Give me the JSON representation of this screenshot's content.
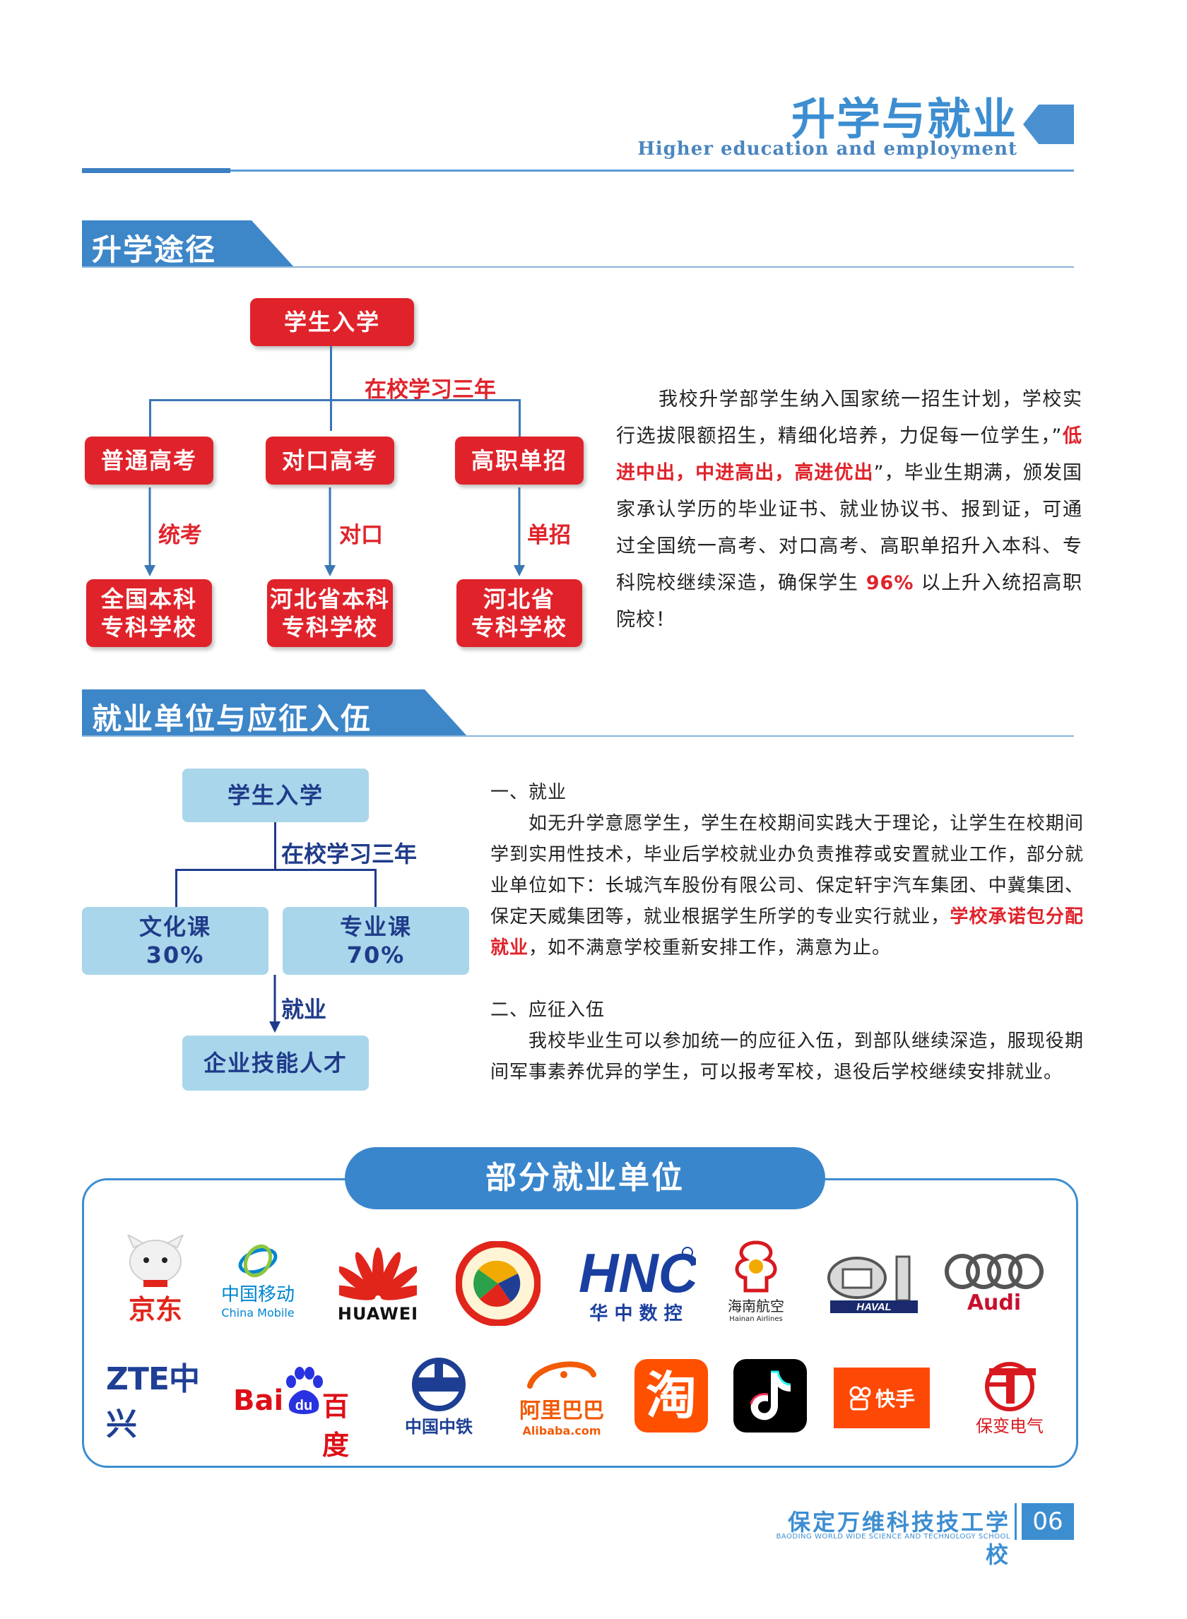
{
  "header": {
    "title": "升学与就业",
    "subtitle": "Higher education and employment"
  },
  "section1": {
    "title": "升学途径",
    "flow": {
      "top": "学生入学",
      "study_label": "在校学习三年",
      "branches": [
        {
          "box": "普通高考",
          "path": "统考",
          "target": "全国本科\n专科学校"
        },
        {
          "box": "对口高考",
          "path": "对口",
          "target": "河北省本科\n专科学校"
        },
        {
          "box": "高职单招",
          "path": "单招",
          "target": "河北省\n专科学校"
        }
      ]
    },
    "paragraph": {
      "p1": "我校升学部学生纳入国家统一招生计划，学校实行选拔限额招生，精细化培养，力促每一位学生，”",
      "highlight1": "低进中出，中进高出，高进优出",
      "p2": "”，毕业生期满，颁发国家承认学历的毕业证书、就业协议书、报到证，可通过全国统一高考、对口高考、高职单招升入本科、专科院校继续深造，确保学生 ",
      "highlight2": "96%",
      "p3": " 以上升入统招高职院校！"
    }
  },
  "section2": {
    "title": "就业单位与应征入伍",
    "flow": {
      "top": "学生入学",
      "study_label": "在校学习三年",
      "left_box": {
        "name": "文化课",
        "pct": "30%"
      },
      "right_box": {
        "name": "专业课",
        "pct": "70%"
      },
      "employ_label": "就业",
      "bottom": "企业技能人才"
    },
    "employment": {
      "heading": "一、就业",
      "p1": "如无升学意愿学生，学生在校期间实践大于理论，让学生在校期间学到实用性技术，毕业后学校就业办负责推荐或安置就业工作，部分就业单位如下：长城汽车股份有限公司、保定轩宇汽车集团、中冀集团、保定天威集团等，就业根据学生所学的专业实行就业，",
      "highlight": "学校承诺包分配就业",
      "p2": "，如不满意学校重新安排工作，满意为止。"
    },
    "military": {
      "heading": "二、应征入伍",
      "p1": "我校毕业生可以参加统一的应征入伍，到部队继续深造，服现役期间军事素养优异的学生，可以报考军校，退役后学校继续安排就业。"
    }
  },
  "partners": {
    "title": "部分就业单位",
    "row1": [
      {
        "icon": "jd-dog-icon",
        "text": "京东",
        "color": "#e1251b"
      },
      {
        "icon": "china-mobile-icon",
        "text": "中国移动",
        "sub": "China Mobile",
        "color": "#0085d0"
      },
      {
        "icon": "huawei-flower-icon",
        "text": "HUAWEI",
        "color": "#111111"
      },
      {
        "icon": "dalian-seal-icon",
        "text": "",
        "color": "#e1251b"
      },
      {
        "icon": "hnc-icon",
        "text": "华 中 数 控",
        "color": "#1a3fa0"
      },
      {
        "icon": "hainan-airlines-icon",
        "text": "海南航空",
        "sub": "Hainan Airlines",
        "color": "#d7191f"
      },
      {
        "icon": "haval-icon",
        "text": "HAVAL",
        "color": "#1a2a6c"
      },
      {
        "icon": "audi-rings-icon",
        "text": "Audi",
        "color": "#c8102e"
      }
    ],
    "row2": [
      {
        "icon": "zte-icon",
        "text": "ZTE中兴",
        "color": "#1f3f95"
      },
      {
        "icon": "baidu-paw-icon",
        "text": "Bai",
        "text2": "du",
        "text3": "百度",
        "color": "#de0f17"
      },
      {
        "icon": "china-railway-icon",
        "text": "中国中铁",
        "color": "#1d3e92"
      },
      {
        "icon": "alibaba-icon",
        "text": "阿里巴巴",
        "sub": "Alibaba.com",
        "color": "#f25a06"
      },
      {
        "icon": "taobao-icon",
        "text": "淘",
        "color": "#ff5000"
      },
      {
        "icon": "tiktok-icon",
        "text": "♪",
        "color": "#000000"
      },
      {
        "icon": "kuaishou-icon",
        "text": "快手",
        "color": "#fe4906"
      },
      {
        "icon": "baobian-icon",
        "text": "保变电气",
        "color": "#d7191f"
      }
    ]
  },
  "footer": {
    "school": "保定万维科技技工学校",
    "school_en": "BAODING WORLD WIDE SCIENCE AND TECHNOLOGY SCHOOL",
    "page": "06"
  }
}
